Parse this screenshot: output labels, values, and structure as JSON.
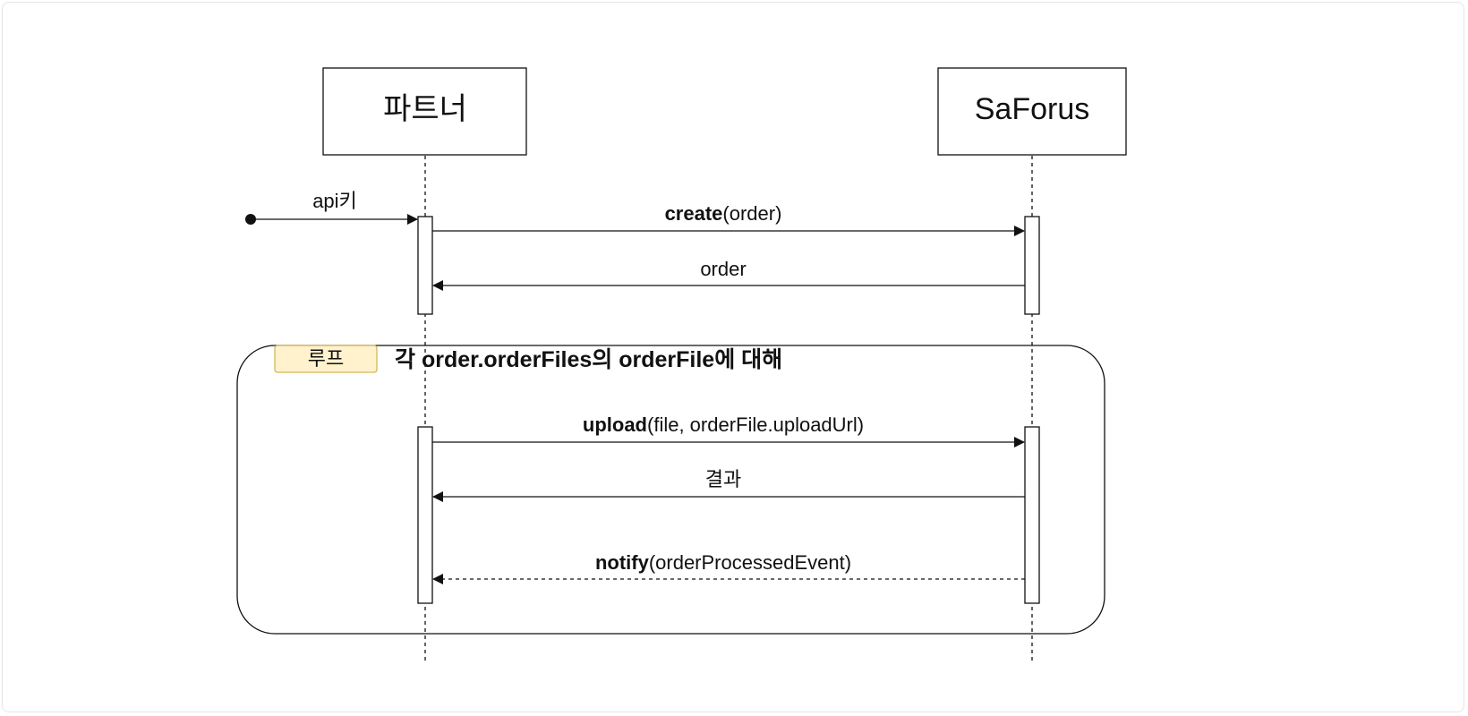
{
  "participants": [
    {
      "label": "파트너"
    },
    {
      "label": "SaForus"
    }
  ],
  "messages": [
    {
      "name": "",
      "args": "api키",
      "style": "found"
    },
    {
      "name": "create",
      "args": "(order)",
      "style": "sync"
    },
    {
      "name": "",
      "args": "order",
      "style": "return"
    },
    {
      "name": "upload",
      "args": "(file, orderFile.uploadUrl)",
      "style": "sync"
    },
    {
      "name": "",
      "args": "결과",
      "style": "return"
    },
    {
      "name": "notify",
      "args": "(orderProcessedEvent)",
      "style": "async-dashed"
    }
  ],
  "loop": {
    "tag": "루프",
    "condition": "각 order.orderFiles의 orderFile에 대해"
  },
  "colors": {
    "line": "#111111",
    "loop_tag_fill": "#fff2cc",
    "loop_tag_stroke": "#d6b656",
    "background": "#ffffff",
    "frame_border": "#e4e4e4"
  }
}
